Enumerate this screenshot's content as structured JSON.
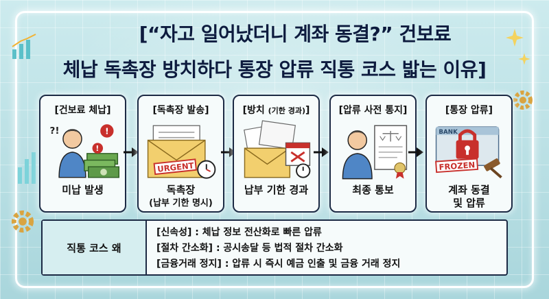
{
  "title": {
    "line1": "[“자고 일어났더니 계좌 동결?” 건보료",
    "line2": "체납 독촉장 방치하다 통장 압류 직통 코스 밟는 이유]"
  },
  "steps": [
    {
      "label": "[건보료 체납]",
      "label_note": "",
      "caption": "미납 발생",
      "caption_sub": "",
      "icon": "worried-person-money-icon"
    },
    {
      "label": "[독촉장 발송]",
      "label_note": "",
      "caption": "독촉장",
      "caption_sub": "(납부 기한 명시)",
      "icon": "urgent-envelope-icon",
      "stamp": "URGENT"
    },
    {
      "label": "[방치 ",
      "label_note": "(기한 경과)",
      "label_end": "]",
      "caption": "납부 기한 경과",
      "caption_sub": "",
      "icon": "ignored-letters-calendar-icon"
    },
    {
      "label": "[압류 사전 통지]",
      "label_note": "",
      "caption": "최종 통보",
      "caption_sub": "",
      "icon": "notice-document-icon"
    },
    {
      "label": "[통장 압류]",
      "label_note": "",
      "caption": "계좌 동결",
      "caption_sub": "및 압류",
      "icon": "frozen-bank-lock-icon",
      "bank_text": "BANK",
      "stamp": "FROZEN"
    }
  ],
  "reasons": {
    "heading": "직통 코스 왜",
    "items": [
      "[신속성] : 체납 정보 전산화로 빠른 압류",
      "[절차 간소화] : 공시송달 등 법적 절차 간소화",
      "[금융거래 정지] : 압류 시 즉시 예금 인출 및 금융 거래 정지"
    ]
  },
  "colors": {
    "border": "#1c2a44",
    "accent_red": "#c8302c",
    "money_green": "#5e9a4a",
    "envelope_yellow": "#f2cf6e"
  }
}
